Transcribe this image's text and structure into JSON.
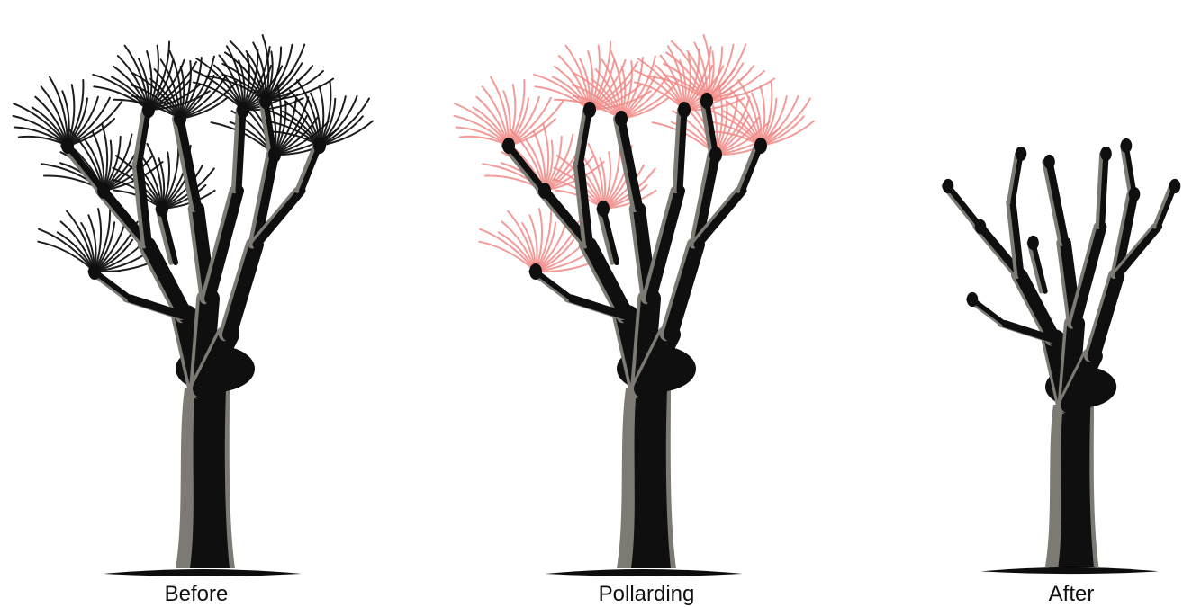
{
  "panels": [
    {
      "id": "before",
      "label": "Before",
      "foliage": "full",
      "foliage_color": "#111111"
    },
    {
      "id": "pollarding",
      "label": "Pollarding",
      "foliage": "removed-highlighted",
      "foliage_color": "#f08a86"
    },
    {
      "id": "after",
      "label": "After",
      "foliage": "none"
    }
  ],
  "colors": {
    "trunk": "#0f0f0f",
    "trunk_shade": "#7d7a74",
    "ground": "#0d0d0d",
    "background": "#ffffff",
    "cut_foliage": "#f08a86"
  }
}
